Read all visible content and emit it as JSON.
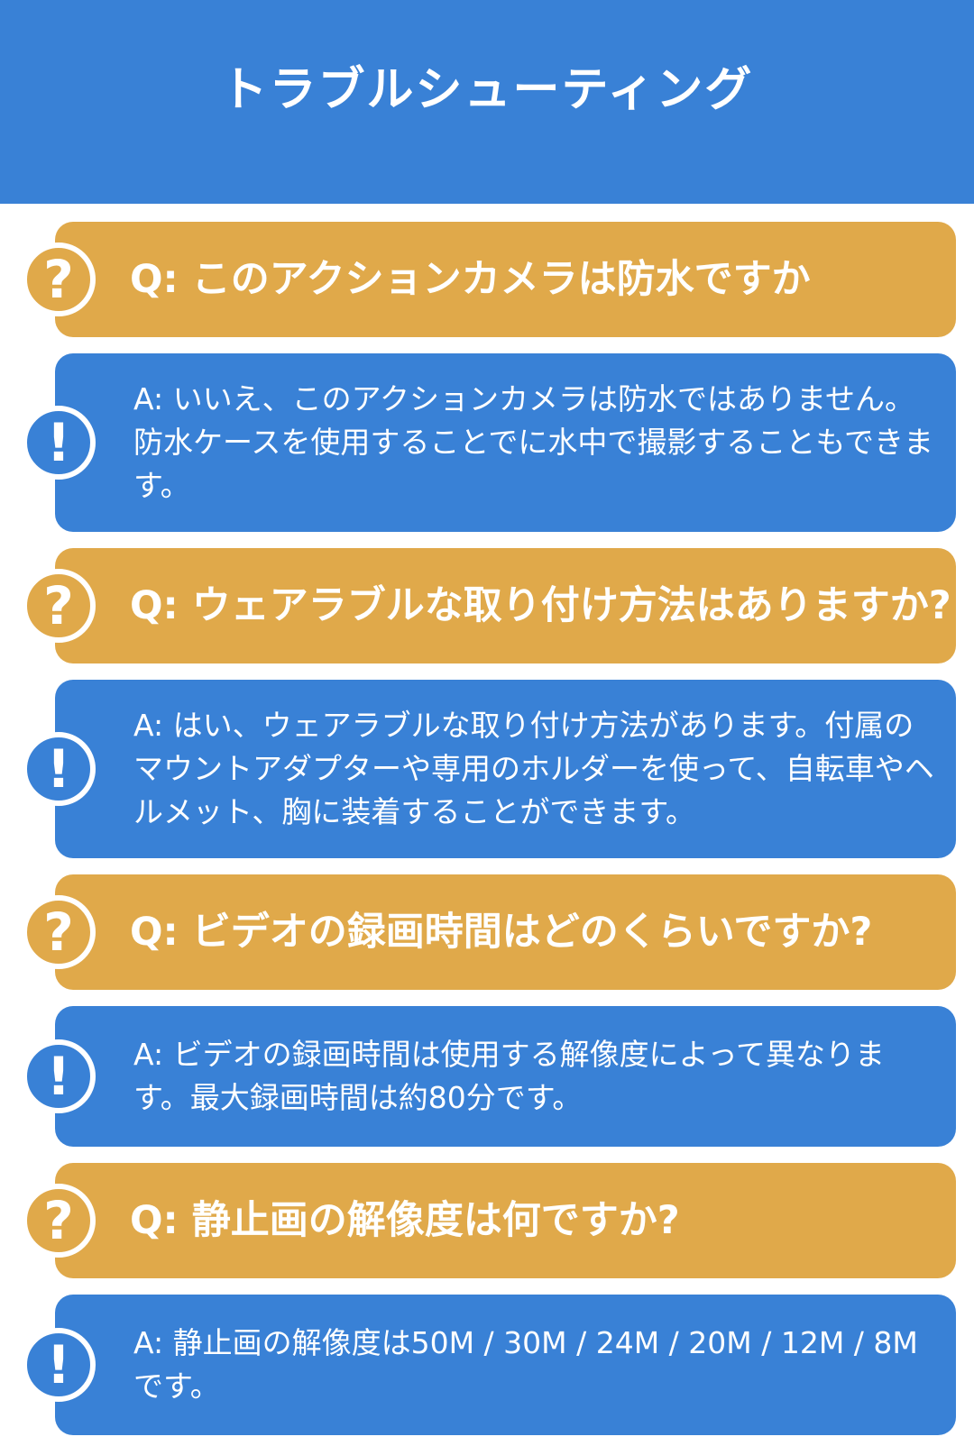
{
  "header": {
    "title": "トラブルシューティング"
  },
  "colors": {
    "header_bg": "#3981d6",
    "question_bg": "#e0a94a",
    "answer_bg": "#3981d6",
    "text": "#ffffff"
  },
  "icons": {
    "question": "question-mark-icon",
    "answer": "exclamation-mark-icon"
  },
  "faq": [
    {
      "question_icon": "?",
      "question": "Q: このアクションカメラは防水ですか",
      "answer_icon": "!",
      "answer": "A: いいえ、このアクションカメラは防水ではありません。防水ケースを使用することでに水中で撮影することもできます。"
    },
    {
      "question_icon": "?",
      "question": "Q: ウェアラブルな取り付け方法はありますか?",
      "answer_icon": "!",
      "answer": "A: はい、ウェアラブルな取り付け方法があります。付属のマウントアダプターや専用のホルダーを使って、自転車やヘルメット、胸に装着することができます。"
    },
    {
      "question_icon": "?",
      "question": "Q: ビデオの録画時間はどのくらいですか?",
      "answer_icon": "!",
      "answer": "A: ビデオの録画時間は使用する解像度によって異なります。最大録画時間は約80分です。"
    },
    {
      "question_icon": "?",
      "question": "Q: 静止画の解像度は何ですか?",
      "answer_icon": "!",
      "answer": "A: 静止画の解像度は50M / 30M / 24M / 20M / 12M / 8Mです。"
    }
  ]
}
